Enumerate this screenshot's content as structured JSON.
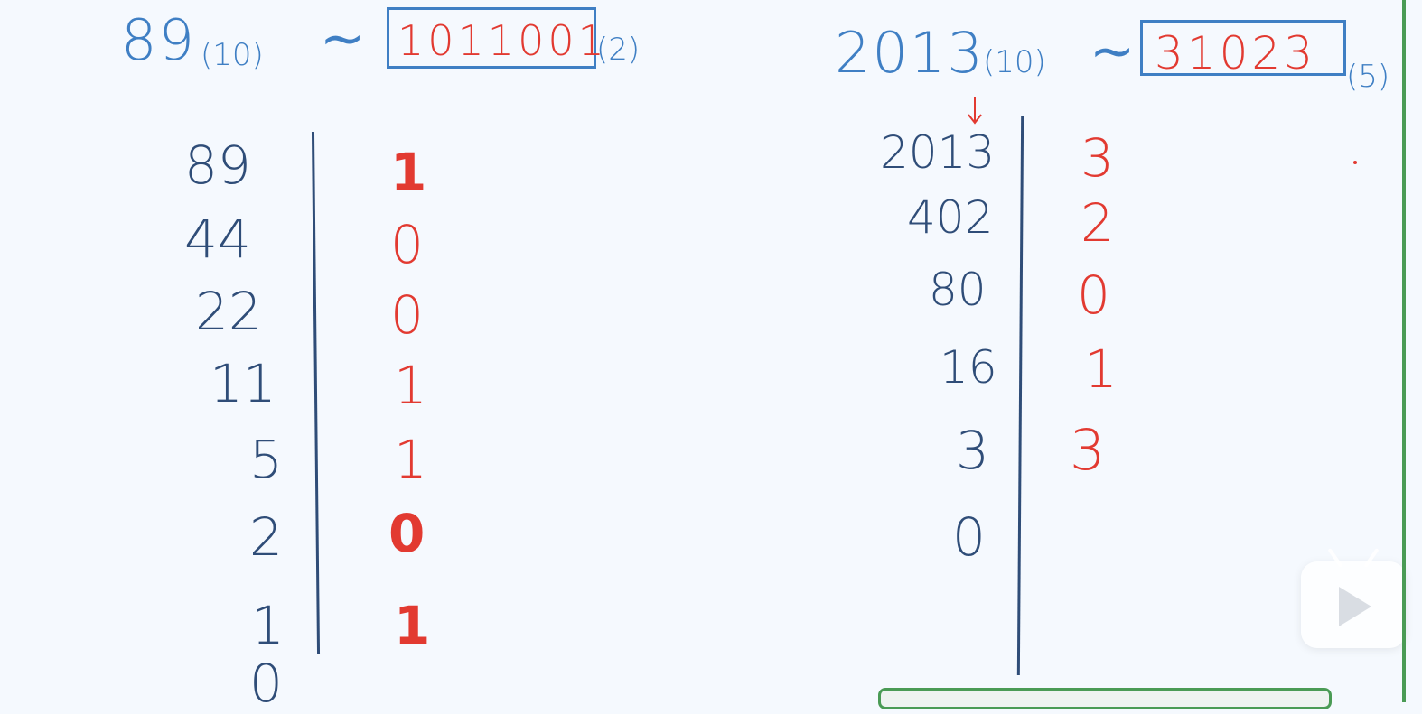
{
  "left_problem": {
    "decimal": "89",
    "decimal_base": "(10)",
    "result": "1011001",
    "result_base": "(2)",
    "quotients": [
      "89",
      "44",
      "22",
      "11",
      "5",
      "2",
      "1",
      "0"
    ],
    "remainders": [
      "1",
      "0",
      "0",
      "1",
      "1",
      "0",
      "1"
    ]
  },
  "right_problem": {
    "decimal": "2013",
    "decimal_base": "(10)",
    "result": "31023",
    "result_base": "(5)",
    "quotients": [
      "2013",
      "402",
      "80",
      "16",
      "3",
      "0"
    ],
    "remainders": [
      "3",
      "2",
      "0",
      "1",
      "3"
    ]
  },
  "symbols": {
    "approx": "~"
  },
  "colors": {
    "blue_ink": "#3f7fc4",
    "dark_ink": "#2f4d78",
    "red_ink": "#e23a31",
    "background": "#f5f9fe"
  },
  "icons": {
    "play": "play-icon"
  }
}
